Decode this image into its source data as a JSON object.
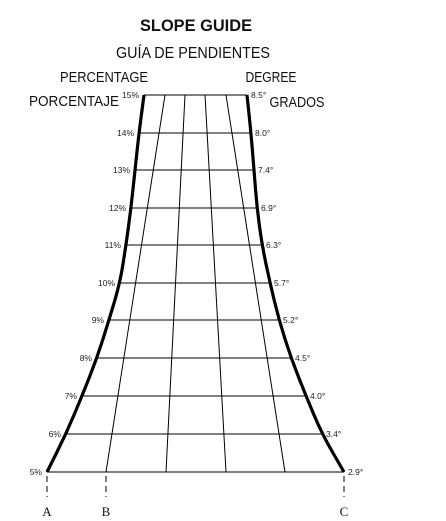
{
  "title": "SLOPE GUIDE",
  "subtitle": "GUÍA DE PENDIENTES",
  "left_header": [
    "PERCENTAGE",
    "PORCENTAJE"
  ],
  "right_header": [
    "DEGREE",
    "GRADOS"
  ],
  "percent_labels": [
    "15%",
    "14%",
    "13%",
    "12%",
    "11%",
    "10%",
    "9%",
    "8%",
    "7%",
    "6%",
    "5%"
  ],
  "degree_labels": [
    "8.5°",
    "8.0°",
    "7.4°",
    "6.9°",
    "6.3°",
    "5.7°",
    "5.2°",
    "4.5°",
    "4.0°",
    "3.4°",
    "2.9°"
  ],
  "reference_points": [
    "A",
    "B",
    "C"
  ]
}
